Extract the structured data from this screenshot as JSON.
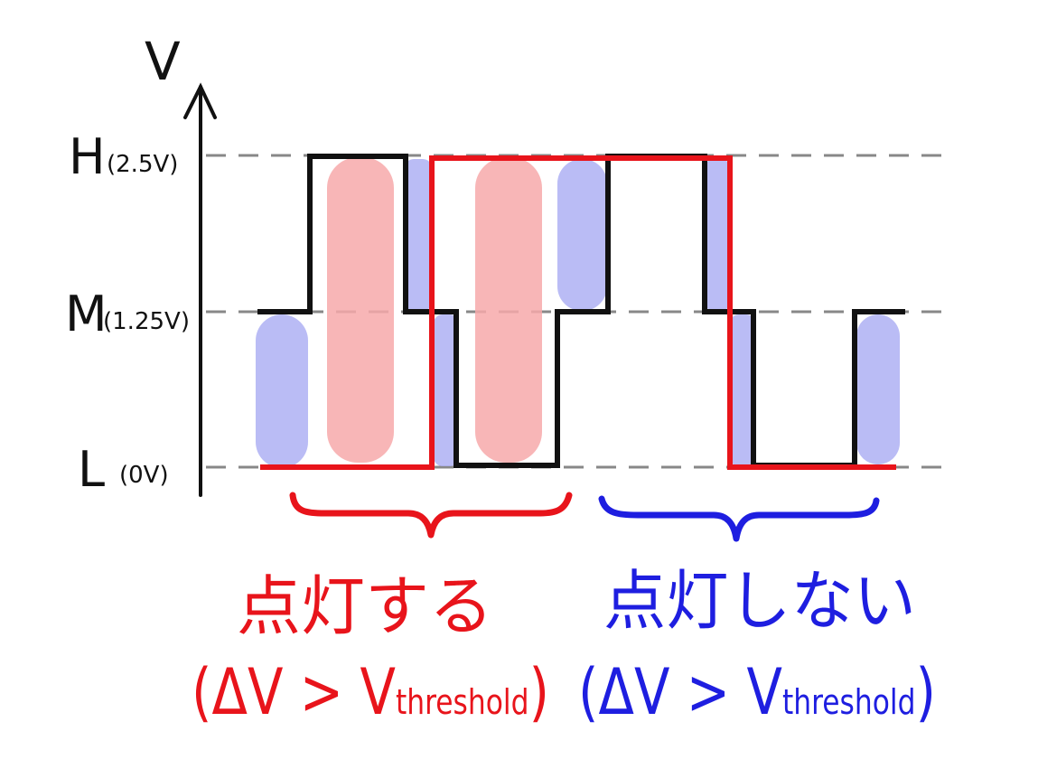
{
  "axis": {
    "y_label": "V"
  },
  "levels": [
    {
      "id": "H",
      "name": "H",
      "voltage": "(2.5V)",
      "value": 2.5
    },
    {
      "id": "M",
      "name": "M",
      "voltage": "(1.25V)",
      "value": 1.25
    },
    {
      "id": "L",
      "name": "L",
      "voltage": "(0V)",
      "value": 0
    }
  ],
  "colors": {
    "black_wave": "#111111",
    "red_wave": "#e8141b",
    "red_band": "#f7a9aa",
    "blue_band": "#a3a5f2",
    "red_text": "#e8141b",
    "blue_text": "#1e1ee0",
    "grid": "#888888"
  },
  "groups": {
    "lit": {
      "label": "点灯する",
      "condition_prefix": "(ΔV > V",
      "condition_sub": "threshold",
      "condition_suffix": ")"
    },
    "unlit": {
      "label": "点灯しない",
      "condition_prefix": "(ΔV > V",
      "condition_sub": "threshold",
      "condition_suffix": ")"
    }
  }
}
